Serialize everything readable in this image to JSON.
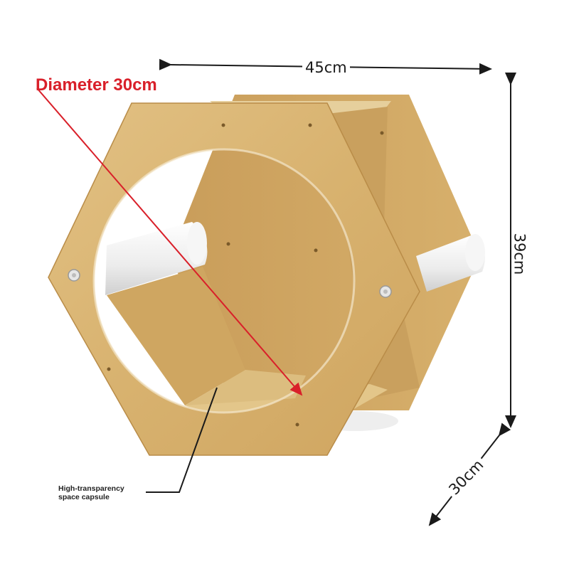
{
  "dimensions": {
    "width": "45cm",
    "height": "39cm",
    "depth": "30cm",
    "diameter": "Diameter 30cm"
  },
  "callout": {
    "line1": "High-transparency",
    "line2": "space capsule"
  },
  "colors": {
    "wood": "#dcb97a",
    "wood_dark": "#c89c56",
    "tube": "#eeeeee",
    "accent_red": "#d9202a"
  }
}
